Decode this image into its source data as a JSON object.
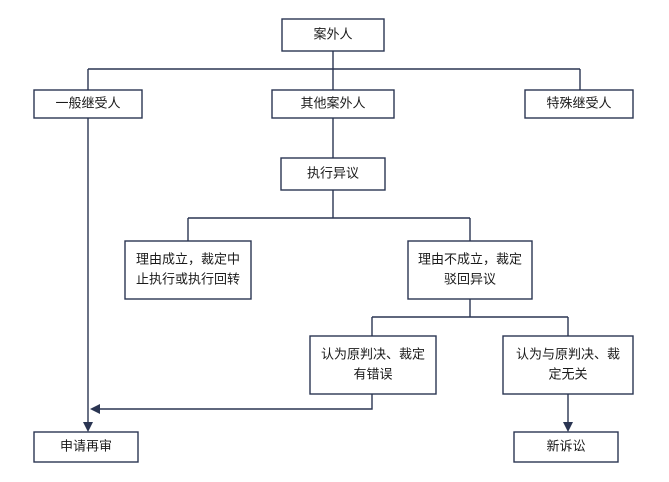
{
  "diagram": {
    "nodes": {
      "outsider": {
        "lines": [
          "案外人"
        ]
      },
      "general_successor": {
        "lines": [
          "一般继受人"
        ]
      },
      "other_outsider": {
        "lines": [
          "其他案外人"
        ]
      },
      "special_successor": {
        "lines": [
          "特殊继受人"
        ]
      },
      "execution_objection": {
        "lines": [
          "执行异议"
        ]
      },
      "reason_valid": {
        "lines": [
          "理由成立，裁定中",
          "止执行或执行回转"
        ]
      },
      "reason_invalid": {
        "lines": [
          "理由不成立，裁定",
          "驳回异议"
        ]
      },
      "judgment_wrong": {
        "lines": [
          "认为原判决、裁定",
          "有错误"
        ]
      },
      "judgment_unrelated": {
        "lines": [
          "认为与原判决、裁",
          "定无关"
        ]
      },
      "retrial": {
        "lines": [
          "申请再审"
        ]
      },
      "new_lawsuit": {
        "lines": [
          "新诉讼"
        ]
      }
    }
  }
}
